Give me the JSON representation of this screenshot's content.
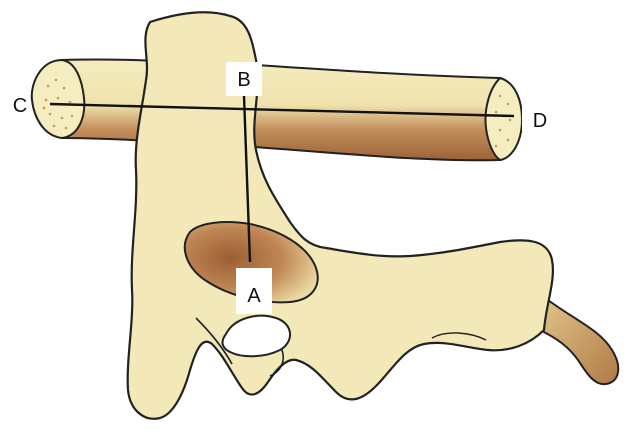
{
  "labels": {
    "a": "A",
    "b": "B",
    "c": "C",
    "d": "D"
  },
  "colors": {
    "bone_fill": "#f3e9b8",
    "bone_shadow": "#a4673e",
    "outline": "#222222",
    "measure_line": "#111111",
    "label_box": "#ffffff"
  }
}
